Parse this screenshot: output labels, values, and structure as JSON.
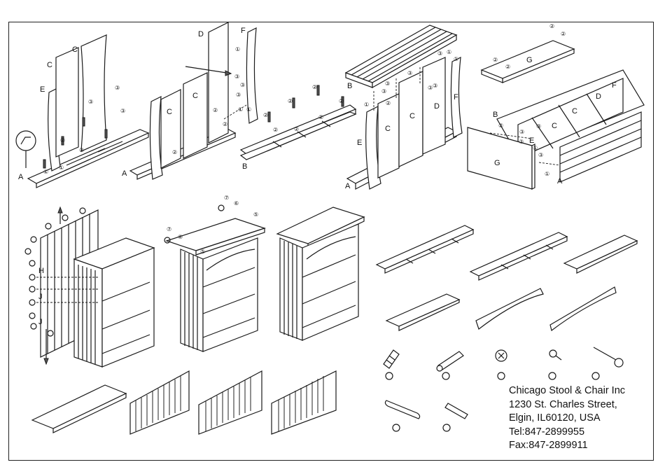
{
  "part_labels": {
    "step1": [
      "C",
      "C",
      "E",
      "A"
    ],
    "step2": [
      "D",
      "F",
      "C",
      "C",
      "A"
    ],
    "step3": [
      "B"
    ],
    "step4": [
      "B",
      "C",
      "C",
      "D",
      "F",
      "E",
      "A"
    ],
    "step5": [
      "G",
      "F",
      "D",
      "C",
      "C",
      "B",
      "E",
      "G",
      "A"
    ],
    "side": [
      "H",
      "J"
    ]
  },
  "callouts": {
    "one": "①",
    "two": "②",
    "three": "③",
    "five": "⑤",
    "six": "⑥",
    "seven": "⑦"
  },
  "company": {
    "name": "Chicago Stool & Chair Inc",
    "street": "1230 St. Charles Street,",
    "city": "Elgin, IL60120, USA",
    "tel": "Tel:847-2899955",
    "fax": "Fax:847-2899911"
  }
}
